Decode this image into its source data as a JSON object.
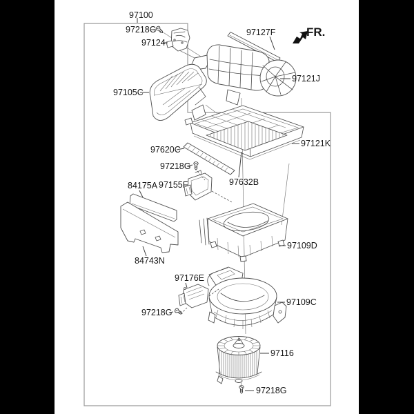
{
  "canvas": {
    "background": "#000000",
    "sheet": "#ffffff",
    "line_color": "#4d4d4d",
    "frame_color": "#9a9a9a",
    "text_color": "#161616"
  },
  "orientation": {
    "label": "FR."
  },
  "callouts": [
    {
      "id": "assembly",
      "text": "97100"
    },
    {
      "id": "screw-top",
      "text": "97218G"
    },
    {
      "id": "intake-actuator",
      "text": "97124"
    },
    {
      "id": "cowl-seal-strip",
      "text": "97127F"
    },
    {
      "id": "upper-inlet-duct",
      "text": "97121J"
    },
    {
      "id": "intake-duct-cover",
      "text": "97105C"
    },
    {
      "id": "filter-seal",
      "text": "97620C"
    },
    {
      "id": "filter-cover-case",
      "text": "97121K"
    },
    {
      "id": "screw-mid",
      "text": "97218G"
    },
    {
      "id": "cabin-air-filter",
      "text": "97632B"
    },
    {
      "id": "insulation-strip",
      "text": "84175A"
    },
    {
      "id": "blower-resistor",
      "text": "97155F"
    },
    {
      "id": "blower-case-upper",
      "text": "97109D"
    },
    {
      "id": "cover-panel",
      "text": "84743N"
    },
    {
      "id": "power-transistor",
      "text": "97176E"
    },
    {
      "id": "screw-lower",
      "text": "97218G"
    },
    {
      "id": "blower-case-lower",
      "text": "97109C"
    },
    {
      "id": "blower-motor-fan",
      "text": "97116"
    },
    {
      "id": "screw-bottom",
      "text": "97218G"
    }
  ]
}
